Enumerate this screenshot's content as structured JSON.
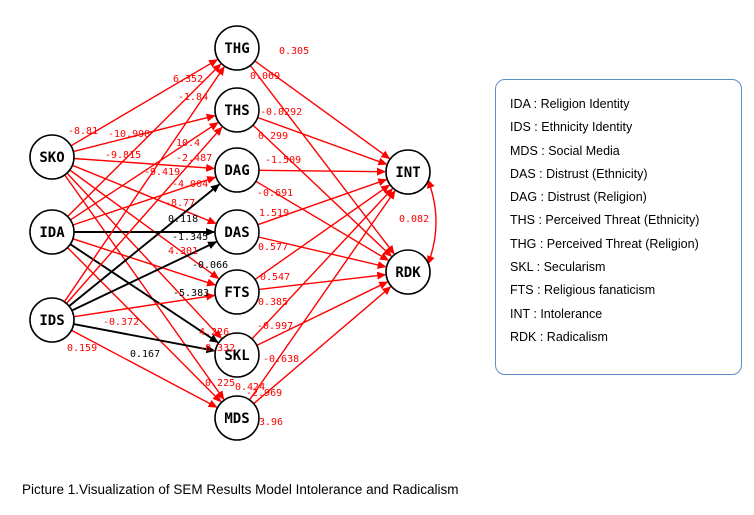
{
  "colors": {
    "red": "#ff0000",
    "black": "#000000",
    "legend_border": "#5b8fc7"
  },
  "nodes": [
    {
      "id": "THG",
      "label": "THG"
    },
    {
      "id": "THS",
      "label": "THS"
    },
    {
      "id": "DAG",
      "label": "DAG"
    },
    {
      "id": "DAS",
      "label": "DAS"
    },
    {
      "id": "FTS",
      "label": "FTS"
    },
    {
      "id": "SKL",
      "label": "SKL"
    },
    {
      "id": "MDS",
      "label": "MDS"
    },
    {
      "id": "SKO",
      "label": "SKO"
    },
    {
      "id": "IDA",
      "label": "IDA"
    },
    {
      "id": "IDS",
      "label": "IDS"
    },
    {
      "id": "INT",
      "label": "INT"
    },
    {
      "id": "RDK",
      "label": "RDK"
    }
  ],
  "edges": [
    {
      "from": "SKO",
      "to": "THG",
      "color": "red"
    },
    {
      "from": "SKO",
      "to": "THS",
      "color": "red"
    },
    {
      "from": "SKO",
      "to": "DAG",
      "color": "red"
    },
    {
      "from": "SKO",
      "to": "DAS",
      "color": "red"
    },
    {
      "from": "SKO",
      "to": "FTS",
      "color": "red"
    },
    {
      "from": "SKO",
      "to": "SKL",
      "color": "red"
    },
    {
      "from": "SKO",
      "to": "MDS",
      "color": "red"
    },
    {
      "from": "IDA",
      "to": "THG",
      "color": "red"
    },
    {
      "from": "IDA",
      "to": "THS",
      "color": "red"
    },
    {
      "from": "IDA",
      "to": "DAG",
      "color": "red"
    },
    {
      "from": "IDA",
      "to": "DAS",
      "color": "black"
    },
    {
      "from": "IDA",
      "to": "FTS",
      "color": "red"
    },
    {
      "from": "IDA",
      "to": "SKL",
      "color": "black"
    },
    {
      "from": "IDA",
      "to": "MDS",
      "color": "red"
    },
    {
      "from": "IDS",
      "to": "THG",
      "color": "red"
    },
    {
      "from": "IDS",
      "to": "THS",
      "color": "red"
    },
    {
      "from": "IDS",
      "to": "DAG",
      "color": "black"
    },
    {
      "from": "IDS",
      "to": "DAS",
      "color": "black"
    },
    {
      "from": "IDS",
      "to": "FTS",
      "color": "red"
    },
    {
      "from": "IDS",
      "to": "SKL",
      "color": "black"
    },
    {
      "from": "IDS",
      "to": "MDS",
      "color": "red"
    },
    {
      "from": "THG",
      "to": "INT",
      "color": "red"
    },
    {
      "from": "THG",
      "to": "RDK",
      "color": "red"
    },
    {
      "from": "THS",
      "to": "INT",
      "color": "red"
    },
    {
      "from": "THS",
      "to": "RDK",
      "color": "red"
    },
    {
      "from": "DAG",
      "to": "INT",
      "color": "red"
    },
    {
      "from": "DAG",
      "to": "RDK",
      "color": "red"
    },
    {
      "from": "DAS",
      "to": "INT",
      "color": "red"
    },
    {
      "from": "DAS",
      "to": "RDK",
      "color": "red"
    },
    {
      "from": "FTS",
      "to": "INT",
      "color": "red"
    },
    {
      "from": "FTS",
      "to": "RDK",
      "color": "red"
    },
    {
      "from": "SKL",
      "to": "INT",
      "color": "red"
    },
    {
      "from": "SKL",
      "to": "RDK",
      "color": "red"
    },
    {
      "from": "MDS",
      "to": "INT",
      "color": "red"
    },
    {
      "from": "MDS",
      "to": "RDK",
      "color": "red"
    }
  ],
  "edge_labels": [
    {
      "text": "0.305",
      "color": "red"
    },
    {
      "text": "0.069",
      "color": "red"
    },
    {
      "text": "6.352",
      "color": "red"
    },
    {
      "text": "-1.84",
      "color": "red"
    },
    {
      "text": "-0.0292",
      "color": "red"
    },
    {
      "text": "-8.81",
      "color": "red"
    },
    {
      "text": "-10.998",
      "color": "red"
    },
    {
      "text": "0.299",
      "color": "red"
    },
    {
      "text": "10.4",
      "color": "red"
    },
    {
      "text": "-9.815",
      "color": "red"
    },
    {
      "text": "-2.487",
      "color": "red"
    },
    {
      "text": "-1.509",
      "color": "red"
    },
    {
      "text": "-9.419",
      "color": "red"
    },
    {
      "text": "-4.004",
      "color": "red"
    },
    {
      "text": "-0.691",
      "color": "red"
    },
    {
      "text": "-8.77",
      "color": "red"
    },
    {
      "text": "1.519",
      "color": "red"
    },
    {
      "text": "0.118",
      "color": "black"
    },
    {
      "text": "-1.345",
      "color": "black"
    },
    {
      "text": "0.577",
      "color": "red"
    },
    {
      "text": "4.301",
      "color": "red"
    },
    {
      "text": "-0.066",
      "color": "black"
    },
    {
      "text": "0.082",
      "color": "red"
    },
    {
      "text": "0.547",
      "color": "red"
    },
    {
      "text": "-5.383",
      "color": "black"
    },
    {
      "text": "0.385",
      "color": "red"
    },
    {
      "text": "-0.372",
      "color": "red"
    },
    {
      "text": "-0.997",
      "color": "red"
    },
    {
      "text": "4.226",
      "color": "red"
    },
    {
      "text": "0.159",
      "color": "red"
    },
    {
      "text": "0.167",
      "color": "black"
    },
    {
      "text": "-0.332",
      "color": "red"
    },
    {
      "text": "-0.638",
      "color": "red"
    },
    {
      "text": "-0.225",
      "color": "red"
    },
    {
      "text": "0.424",
      "color": "red"
    },
    {
      "text": "-2.969",
      "color": "red"
    },
    {
      "text": "3.96",
      "color": "red"
    }
  ],
  "legend": [
    "IDA : Religion Identity",
    "IDS : Ethnicity Identity",
    "MDS : Social Media",
    "DAS : Distrust (Ethnicity)",
    "DAG : Distrust (Religion)",
    "THS : Perceived Threat (Ethnicity)",
    "THG : Perceived Threat (Religion)",
    "SKL : Secularism",
    "FTS : Religious fanaticism",
    "INT : Intolerance",
    "RDK : Radicalism"
  ],
  "caption": "Picture 1.Visualization of SEM Results Model Intolerance and Radicalism"
}
